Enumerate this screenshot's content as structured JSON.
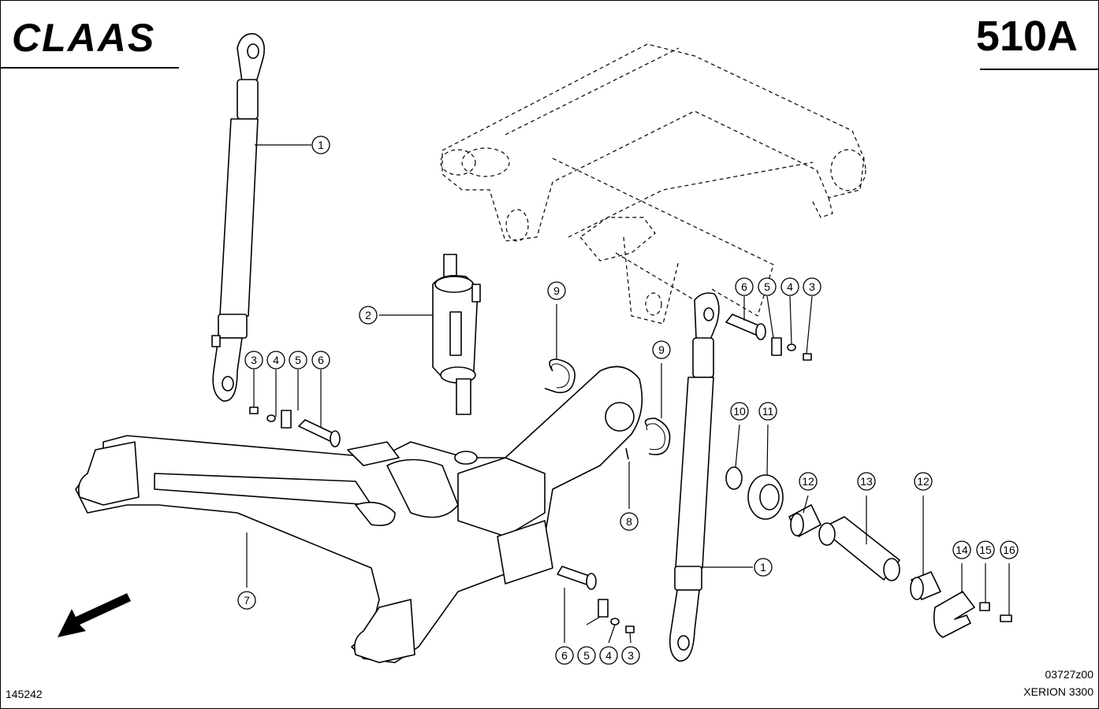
{
  "header": {
    "brand": "CLAAS",
    "plate_number": "510A"
  },
  "footer": {
    "plate_id": "145242",
    "drawing_code": "03727z00",
    "model": "XERION 3300"
  },
  "callouts": [
    {
      "label": "1"
    },
    {
      "label": "2"
    },
    {
      "label": "3"
    },
    {
      "label": "4"
    },
    {
      "label": "5"
    },
    {
      "label": "6"
    },
    {
      "label": "7"
    },
    {
      "label": "8"
    },
    {
      "label": "9"
    },
    {
      "label": "9"
    },
    {
      "label": "6"
    },
    {
      "label": "5"
    },
    {
      "label": "4"
    },
    {
      "label": "3"
    },
    {
      "label": "10"
    },
    {
      "label": "11"
    },
    {
      "label": "12"
    },
    {
      "label": "13"
    },
    {
      "label": "12"
    },
    {
      "label": "1"
    },
    {
      "label": "14"
    },
    {
      "label": "15"
    },
    {
      "label": "16"
    },
    {
      "label": "6"
    },
    {
      "label": "5"
    },
    {
      "label": "4"
    },
    {
      "label": "3"
    }
  ]
}
